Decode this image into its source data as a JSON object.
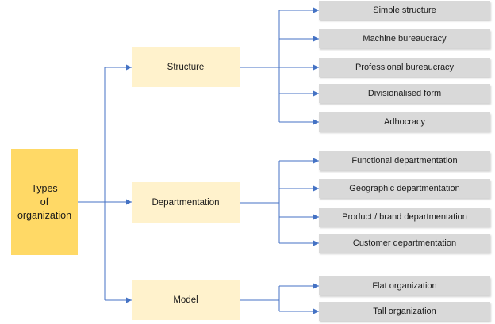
{
  "root": {
    "label": "Types of organization",
    "lines": [
      "Types",
      "of",
      "organization"
    ]
  },
  "categories": [
    {
      "key": "structure",
      "label": "Structure",
      "items": [
        "Simple structure",
        "Machine bureaucracy",
        "Professional bureaucracy",
        "Divisionalised form",
        "Adhocracy"
      ]
    },
    {
      "key": "departmentation",
      "label": "Departmentation",
      "items": [
        "Functional departmentation",
        "Geographic departmentation",
        "Product / brand departmentation",
        "Customer departmentation"
      ]
    },
    {
      "key": "model",
      "label": "Model",
      "items": [
        "Flat organization",
        "Tall organization"
      ]
    }
  ],
  "colors": {
    "root_fill": "#ffd966",
    "category_fill": "#fff2cc",
    "leaf_fill": "#d9d9d9",
    "connector": "#4472c4"
  }
}
